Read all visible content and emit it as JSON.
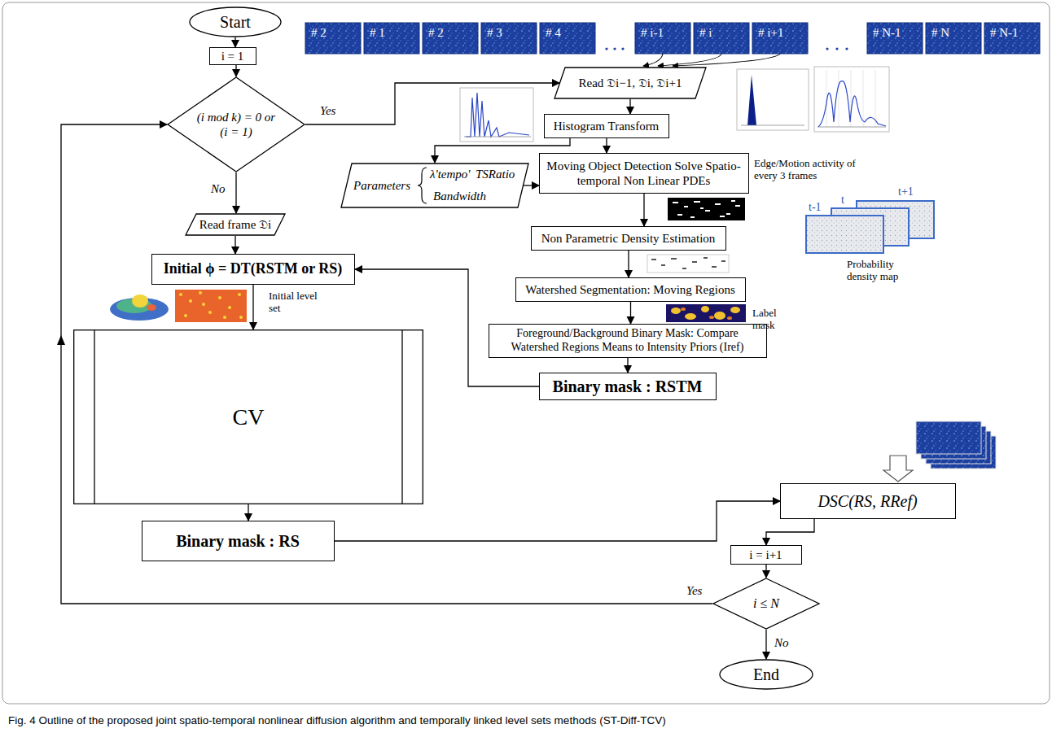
{
  "diagram": {
    "caption": "Fig. 4 Outline of the proposed joint spatio-temporal nonlinear diffusion algorithm and temporally linked level sets methods (ST-Diff-TCV)",
    "nodes": [
      {
        "text": [
          "Start"
        ]
      },
      {
        "text": [
          "i = 1"
        ]
      },
      {
        "text": [
          "(i mod k) = 0 or (i = 1)"
        ]
      },
      {
        "text": [
          "Read frame 𝔇i"
        ]
      },
      {
        "text": [
          "Initial ϕ = DT(RSTM or RS)"
        ]
      },
      {
        "text": [
          "CV"
        ]
      },
      {
        "text": [
          "Binary mask : RS"
        ]
      },
      {
        "text": [
          "Read 𝔇i−1, 𝔇i, 𝔇i+1"
        ]
      },
      {
        "text": [
          "Histogram Transform"
        ]
      },
      {
        "text": [
          "Parameters",
          "λ'tempo'",
          "TSRatio",
          "Bandwidth"
        ]
      },
      {
        "text": [
          "Moving Object Detection Solve Spatio-temporal Non Linear PDEs"
        ]
      },
      {
        "text": [
          "Non Parametric Density Estimation"
        ]
      },
      {
        "text": [
          "Watershed Segmentation: Moving Regions"
        ]
      },
      {
        "text": [
          "Foreground/Background Binary Mask: Compare Watershed Regions Means to Intensity Priors (Iref)"
        ]
      },
      {
        "text": [
          "Binary mask : RSTM"
        ]
      },
      {
        "text": [
          "DSC(RS, RRef)"
        ]
      },
      {
        "text": [
          "i = i+1"
        ]
      },
      {
        "text": [
          "i ≤ N"
        ]
      },
      {
        "text": [
          "End"
        ]
      }
    ],
    "edges": [
      {
        "from": 0,
        "to": 1,
        "arrow": "to"
      },
      {
        "from": 1,
        "to": 2,
        "arrow": "to"
      },
      {
        "from": 2,
        "to": 7,
        "label": "Yes",
        "arrow": "to"
      },
      {
        "from": 2,
        "to": 3,
        "label": "No",
        "arrow": "to"
      },
      {
        "from": 3,
        "to": 4,
        "arrow": "to"
      },
      {
        "from": 4,
        "to": 5,
        "arrow": "to"
      },
      {
        "from": 5,
        "to": 6,
        "arrow": "to"
      },
      {
        "from": 6,
        "to": 15,
        "arrow": "to"
      },
      {
        "from": 7,
        "to": 8,
        "arrow": "to"
      },
      {
        "from": 8,
        "to": 9,
        "arrow": "to"
      },
      {
        "from": 8,
        "to": 10,
        "arrow": "to"
      },
      {
        "from": 9,
        "to": 10,
        "arrow": "to"
      },
      {
        "from": 10,
        "to": 11,
        "arrow": "to"
      },
      {
        "from": 11,
        "to": 12,
        "arrow": "to"
      },
      {
        "from": 12,
        "to": 13,
        "arrow": "to"
      },
      {
        "from": 13,
        "to": 14,
        "arrow": "to"
      },
      {
        "from": 14,
        "to": 4,
        "arrow": "to"
      },
      {
        "from": 15,
        "to": 16,
        "arrow": "to"
      },
      {
        "from": 16,
        "to": 17,
        "arrow": "to"
      },
      {
        "from": 17,
        "to": 2,
        "label": "Yes",
        "arrow": "to"
      },
      {
        "from": 17,
        "to": 18,
        "label": "No",
        "arrow": "to"
      }
    ],
    "labels": [
      "# 2",
      "# 1",
      "# 2",
      "# 3",
      "# 4",
      "# i-1",
      "# i",
      "# i+1",
      "# N-1",
      "# N",
      "# N-1",
      "Initial level set",
      "Edge/Motion activity of every 3 frames",
      "t-1",
      "t",
      "t+1",
      "Probability density map",
      "Label mask"
    ]
  }
}
